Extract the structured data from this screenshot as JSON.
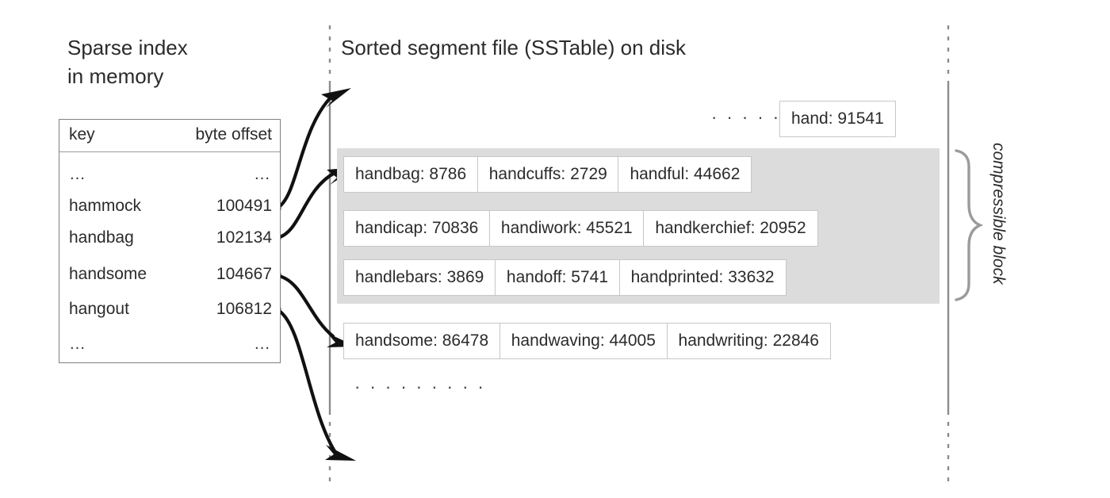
{
  "left_panel": {
    "title_line1": "Sparse index",
    "title_line2": "in memory",
    "table": {
      "headers": [
        "key",
        "byte offset"
      ],
      "rows": [
        {
          "key": "…",
          "offset": "…"
        },
        {
          "key": "hammock",
          "offset": "100491"
        },
        {
          "key": "handbag",
          "offset": "102134"
        },
        {
          "key": "handsome",
          "offset": "104667"
        },
        {
          "key": "hangout",
          "offset": "106812"
        },
        {
          "key": "…",
          "offset": "…"
        }
      ]
    }
  },
  "right_panel": {
    "title": "Sorted segment file (SSTable) on disk",
    "ellipsis_top": "· · · · · · · · ·",
    "ellipsis_bottom": "· · · · · · · · ·",
    "top_entry": "hand: 91541",
    "compressible_label": "compressible block",
    "segment_rows": [
      {
        "in_block": true,
        "entries": [
          "handbag: 8786",
          "handcuffs: 2729",
          "handful: 44662"
        ]
      },
      {
        "in_block": true,
        "entries": [
          "handicap: 70836",
          "handiwork: 45521",
          "handkerchief: 20952"
        ]
      },
      {
        "in_block": true,
        "entries": [
          "handlebars: 3869",
          "handoff: 5741",
          "handprinted: 33632"
        ]
      },
      {
        "in_block": false,
        "entries": [
          "handsome: 86478",
          "handwaving: 44005",
          "handwriting: 22846"
        ]
      }
    ]
  },
  "colors": {
    "ink": "#231f20",
    "block_fill": "#dcdcdc",
    "cell_border": "#c7c7c7",
    "table_border": "#808080",
    "guide_line": "#8c8c8c",
    "brace": "#9b9b9b"
  }
}
